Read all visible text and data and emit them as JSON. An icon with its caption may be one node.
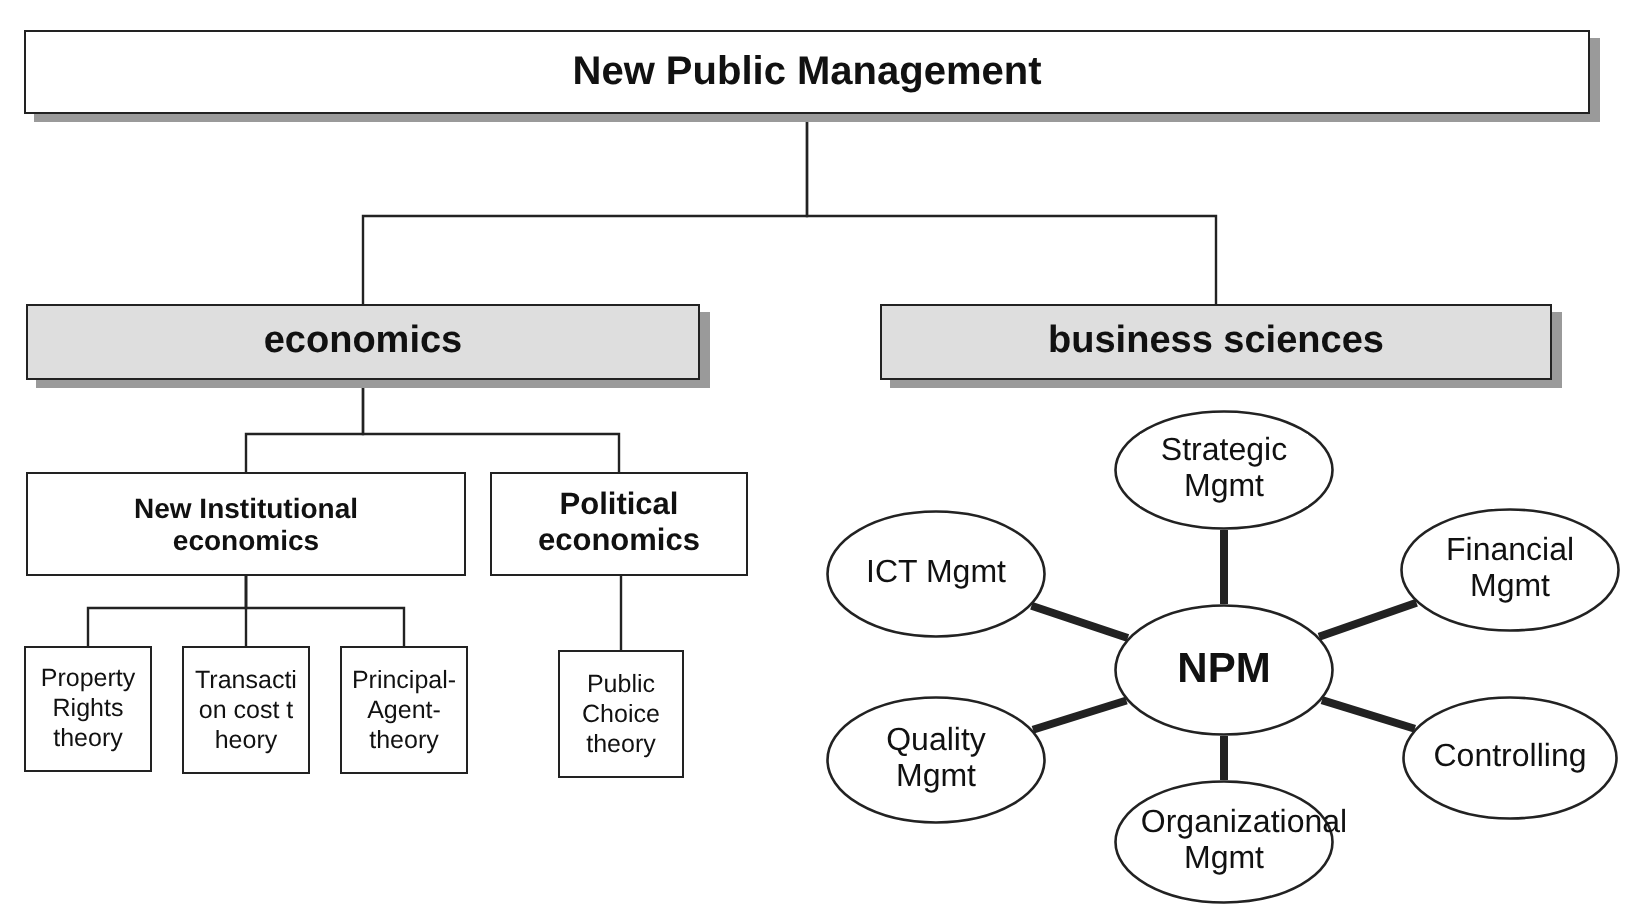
{
  "diagram": {
    "nodes": [
      {
        "text": [
          "New Public Management"
        ]
      },
      {
        "text": [
          "economics"
        ]
      },
      {
        "text": [
          "business sciences"
        ]
      },
      {
        "text": [
          "New Institutional economics"
        ]
      },
      {
        "text": [
          "Political economics"
        ]
      },
      {
        "text": [
          "Property Rights theory"
        ]
      },
      {
        "text": [
          "Transaction cost theory"
        ]
      },
      {
        "text": [
          "Principal-Agent-theory"
        ]
      },
      {
        "text": [
          "Public Choice theory"
        ]
      },
      {
        "text": [
          "Strategic Mgmt"
        ]
      },
      {
        "text": [
          "ICT Mgmt"
        ]
      },
      {
        "text": [
          "Financial Mgmt"
        ]
      },
      {
        "text": [
          "NPM"
        ]
      },
      {
        "text": [
          "Quality Mgmt"
        ]
      },
      {
        "text": [
          "Controlling"
        ]
      },
      {
        "text": [
          "Organizational Mgmt"
        ]
      }
    ],
    "edges": [
      {
        "from": 0,
        "to": 1,
        "arrow": "none"
      },
      {
        "from": 0,
        "to": 2,
        "arrow": "none"
      },
      {
        "from": 1,
        "to": 3,
        "arrow": "none"
      },
      {
        "from": 1,
        "to": 4,
        "arrow": "none"
      },
      {
        "from": 3,
        "to": 5,
        "arrow": "none"
      },
      {
        "from": 3,
        "to": 6,
        "arrow": "none"
      },
      {
        "from": 3,
        "to": 7,
        "arrow": "none"
      },
      {
        "from": 4,
        "to": 8,
        "arrow": "none"
      },
      {
        "from": 12,
        "to": 9,
        "arrow": "none",
        "style": "thick"
      },
      {
        "from": 12,
        "to": 10,
        "arrow": "none",
        "style": "thick"
      },
      {
        "from": 12,
        "to": 11,
        "arrow": "none",
        "style": "thick"
      },
      {
        "from": 12,
        "to": 13,
        "arrow": "none",
        "style": "thick"
      },
      {
        "from": 12,
        "to": 14,
        "arrow": "none",
        "style": "thick"
      },
      {
        "from": 12,
        "to": 15,
        "arrow": "none",
        "style": "thick"
      }
    ]
  }
}
